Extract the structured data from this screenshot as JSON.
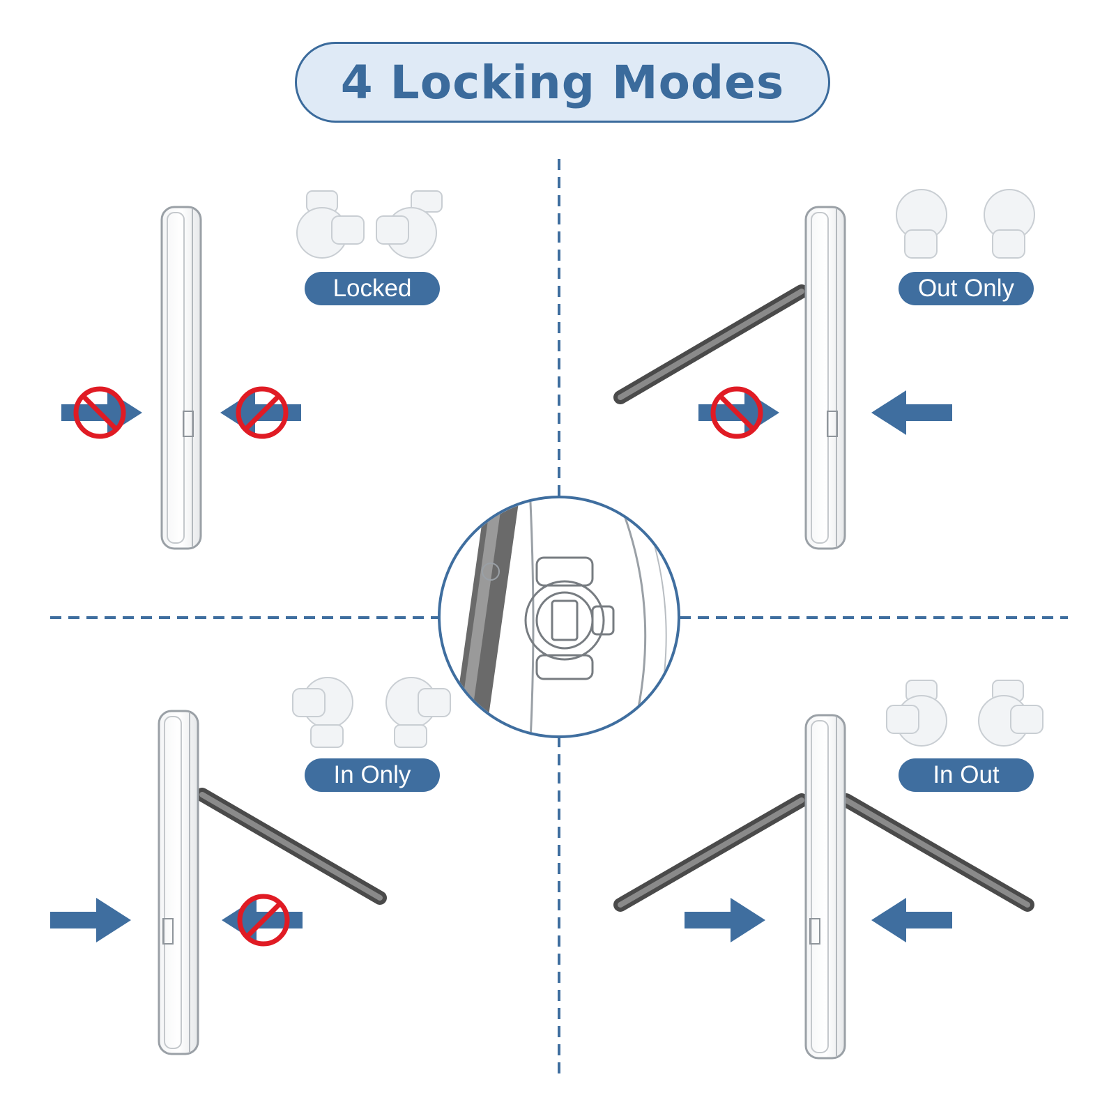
{
  "title": "4 Locking Modes",
  "colors": {
    "accent": "#3f6e9f",
    "title_bg": "#dfeaf6",
    "prohibit_red": "#e01b24",
    "divider": "#3f6e9f",
    "case_outline": "#9aa0a6",
    "kickstand": "#4a4a4a"
  },
  "modes": [
    {
      "label": "Locked",
      "push_out": "blocked",
      "push_in": "blocked",
      "kickstand": "closed"
    },
    {
      "label": "Out Only",
      "push_out": "blocked",
      "push_in": "allowed",
      "kickstand": "open-left"
    },
    {
      "label": "In Only",
      "push_out": "allowed",
      "push_in": "blocked",
      "kickstand": "open-right"
    },
    {
      "label": "In Out",
      "push_out": "allowed",
      "push_in": "allowed",
      "kickstand": "open-both"
    }
  ],
  "icons": [
    "arrow-right-icon",
    "arrow-left-icon",
    "prohibited-icon",
    "lock-clip-icon",
    "magnifier-circle"
  ]
}
